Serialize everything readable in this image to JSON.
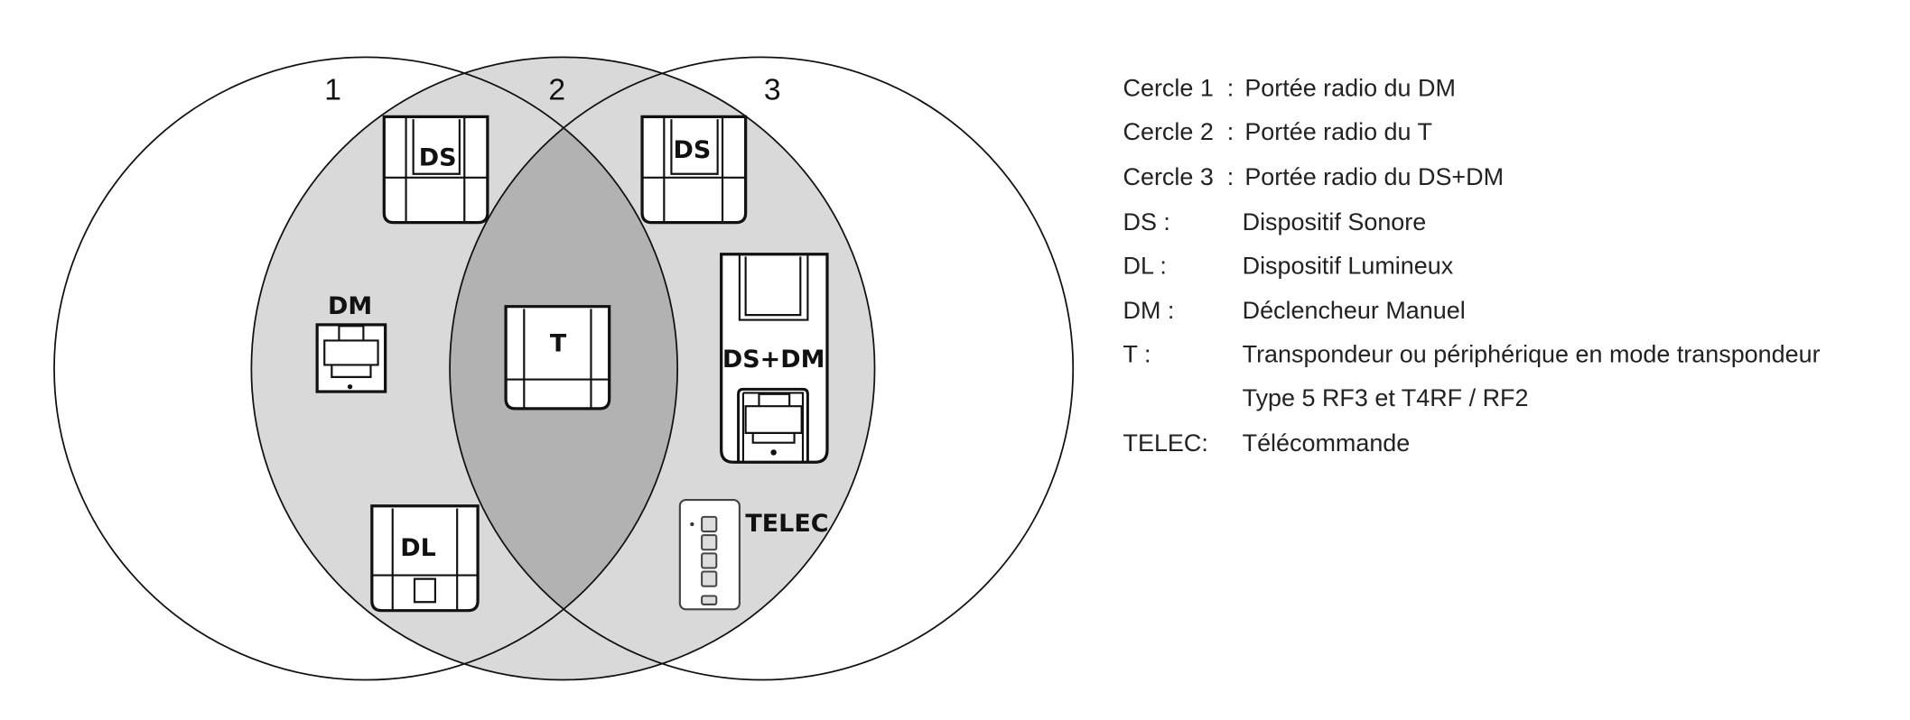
{
  "diagram": {
    "circle_labels": [
      "1",
      "2",
      "3"
    ],
    "devices": {
      "ds_left": "DS",
      "ds_right": "DS",
      "dm": "DM",
      "t": "T",
      "ds_dm": "DS+DM",
      "dl": "DL",
      "telec": "TELEC"
    },
    "colors": {
      "circle2_fill": "#d9d9d9",
      "overlap_fill": "#b2b2b2",
      "stroke": "#111111"
    }
  },
  "legend": [
    {
      "term": "Cercle 1  :",
      "description": "Portée radio du DM"
    },
    {
      "term": "Cercle 2  :",
      "description": "Portée radio du T"
    },
    {
      "term": "Cercle 3  :",
      "description": "Portée radio du DS+DM"
    },
    {
      "term": "DS :",
      "description": "Dispositif Sonore"
    },
    {
      "term": "DL :",
      "description": "Dispositif Lumineux"
    },
    {
      "term": "DM :",
      "description": "Déclencheur Manuel"
    },
    {
      "term": "T :",
      "description": "Transpondeur ou périphérique en mode transpondeur"
    },
    {
      "term": "",
      "description": "Type 5 RF3 et T4RF / RF2"
    },
    {
      "term": "TELEC:",
      "description": "Télécommande"
    }
  ]
}
